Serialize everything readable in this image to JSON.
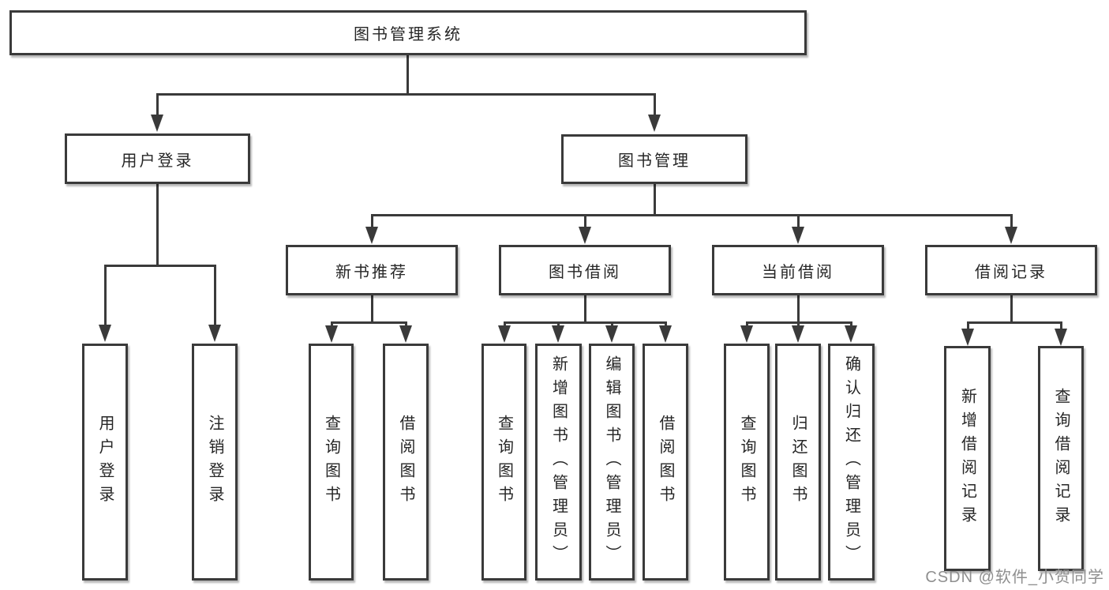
{
  "diagram": {
    "root": "图书管理系统",
    "branches": [
      {
        "label": "用户登录",
        "children": [
          "用户登录",
          "注销登录"
        ]
      },
      {
        "label": "图书管理",
        "sections": [
          {
            "label": "新书推荐",
            "children": [
              "查询图书",
              "借阅图书"
            ]
          },
          {
            "label": "图书借阅",
            "children": [
              "查询图书",
              "新增图书（管理员）",
              "编辑图书（管理员）",
              "借阅图书"
            ]
          },
          {
            "label": "当前借阅",
            "children": [
              "查询图书",
              "归还图书",
              "确认归还（管理员）"
            ]
          },
          {
            "label": "借阅记录",
            "children": [
              "新增借阅记录",
              "查询借阅记录"
            ]
          }
        ]
      }
    ]
  },
  "watermark": "CSDN @软件_小贺同学",
  "colors": {
    "line": "#3a3a3a",
    "box_border": "#3a3a3a",
    "box_background": "#ffffff",
    "text": "#262626",
    "watermark": "#8f8f8f",
    "background": "#ffffff"
  }
}
